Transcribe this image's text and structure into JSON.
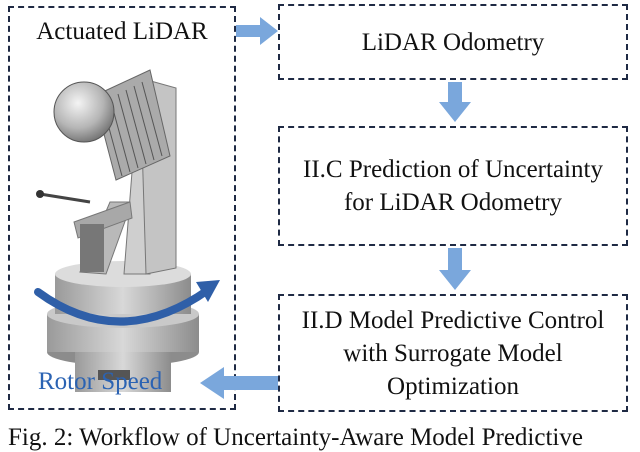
{
  "nodes": {
    "actuated_lidar": "Actuated LiDAR",
    "lidar_odometry": "LiDAR Odometry",
    "prediction": "II.C Prediction of Uncertainty for LiDAR Odometry",
    "mpc": "II.D Model Predictive Control with Surrogate Model Optimization",
    "rotor_speed": "Rotor Speed"
  },
  "caption": "Fig. 2: Workflow of Uncertainty-Aware Model Predictive",
  "colors": {
    "arrow": "#7aa7dc",
    "rotor_label": "#2b63b3",
    "rotation_arrow": "#2f5fa8",
    "box_border": "#1f2a44"
  }
}
